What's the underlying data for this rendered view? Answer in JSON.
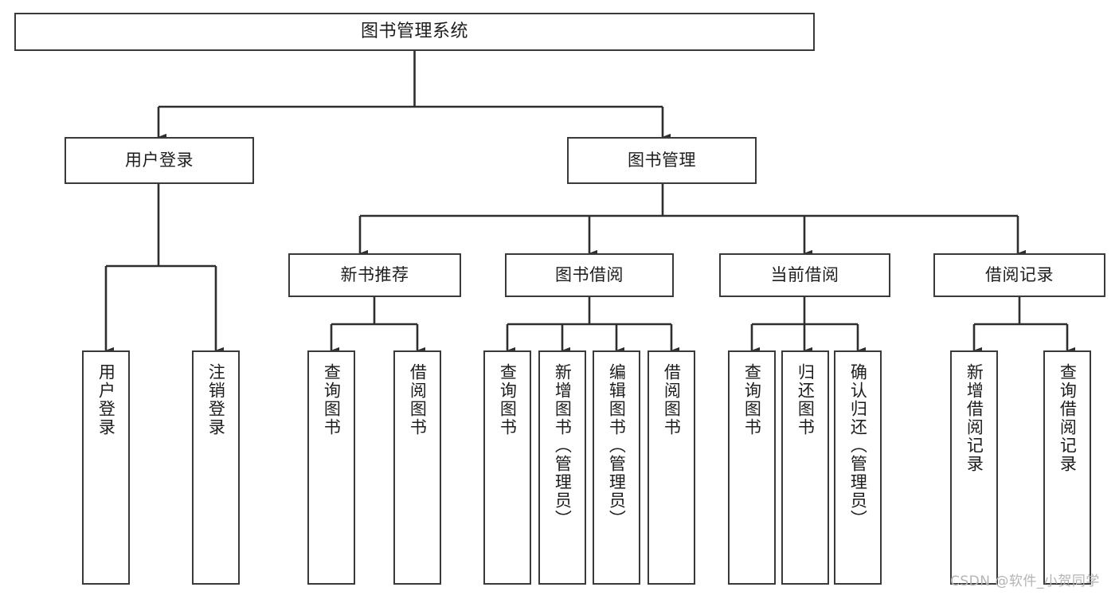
{
  "diagram": {
    "title": "图书管理系统",
    "type": "functional-structure-tree",
    "stroke_color": "#3a3a3a",
    "text_color": "#1d1d1d",
    "background_color": "#ffffff"
  },
  "nodes": {
    "root": {
      "label": "图书管理系统"
    },
    "level2": [
      {
        "label": "用户登录"
      },
      {
        "label": "图书管理"
      }
    ],
    "level3": [
      {
        "label": "新书推荐"
      },
      {
        "label": "图书借阅"
      },
      {
        "label": "当前借阅"
      },
      {
        "label": "借阅记录"
      }
    ],
    "leaves": {
      "user_login": [
        {
          "label": "用户登录"
        },
        {
          "label": "注销登录"
        }
      ],
      "new_book_recommend": [
        {
          "label": "查询图书"
        },
        {
          "label": "借阅图书"
        }
      ],
      "book_borrow": [
        {
          "label": "查询图书"
        },
        {
          "label": "新增图书（管理员）"
        },
        {
          "label": "编辑图书（管理员）"
        },
        {
          "label": "借阅图书"
        }
      ],
      "current_borrow": [
        {
          "label": "查询图书"
        },
        {
          "label": "归还图书"
        },
        {
          "label": "确认归还（管理员）"
        }
      ],
      "borrow_record": [
        {
          "label": "新增借阅记录"
        },
        {
          "label": "查询借阅记录"
        }
      ]
    }
  },
  "watermark": {
    "text": "CSDN @软件_小贺同学",
    "color": "#b4b4b4"
  }
}
